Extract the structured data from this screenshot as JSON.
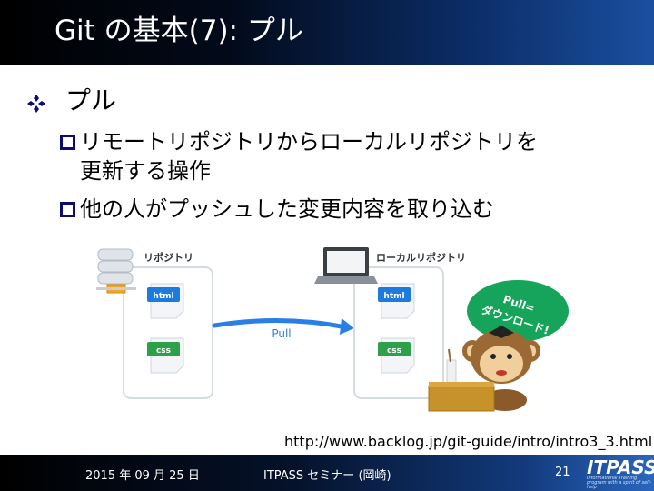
{
  "slide": {
    "title": "Git の基本(7): プル"
  },
  "content": {
    "bullet": "プル",
    "sub1_line1": "リモートリポジトリからローカルリポジトリを",
    "sub1_line2": "更新する操作",
    "sub2": "他の人がプッシュした変更内容を取り込む"
  },
  "diagram": {
    "remote_label": "リポジトリ",
    "local_label": "ローカルリポジトリ",
    "file_html": "html",
    "file_css": "css",
    "arrow_label": "Pull",
    "bubble_line1": "Pull=",
    "bubble_line2": "ダウンロード!"
  },
  "source_url": "http://www.backlog.jp/git-guide/intro/intro3_3.html",
  "footer": {
    "date": "2015 年 09 月 25 日",
    "event": "ITPASS セミナー (岡崎)",
    "page": "21",
    "logo": "ITPASS",
    "logo_tagline": "Informational Training program with a spirit of self-help"
  },
  "colors": {
    "accent_blue": "#1a5fc2",
    "html_badge": "#1d7be0",
    "css_badge": "#2ea04a",
    "bullet_square": "#0b0b72",
    "bubble": "#16a35a",
    "arrow": "#2a7fe6"
  }
}
